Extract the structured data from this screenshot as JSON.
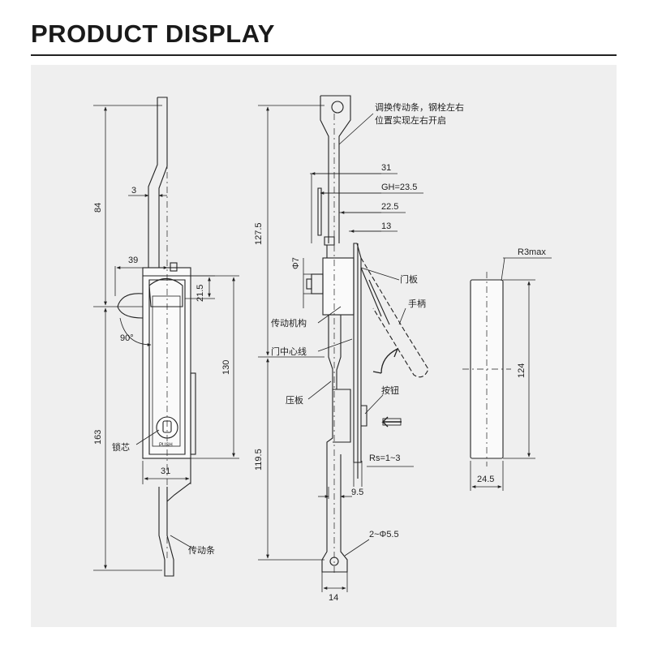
{
  "header": {
    "title": "PRODUCT DISPLAY"
  },
  "left_view": {
    "dims": {
      "d84": "84",
      "d3": "3",
      "d39": "39",
      "d21_5": "21.5",
      "d90": "90°",
      "d130": "130",
      "d163": "163",
      "d31": "31"
    },
    "labels": {
      "lock_core": "锁芯",
      "push": "PUSH",
      "drive_bar": "传动条"
    }
  },
  "side_view": {
    "dims": {
      "d127_5": "127.5",
      "d119_5": "119.5",
      "d31": "31",
      "gh": "GH=23.5",
      "d22_5": "22.5",
      "d13": "13",
      "phi7": "Φ7",
      "rs": "Rs=1~3",
      "d9_5": "9.5",
      "holes": "2~Φ5.5",
      "d14": "14"
    },
    "labels": {
      "note_line1": "调换传动条，钢栓左右",
      "note_line2": "位置实现左右开启",
      "door_panel": "门板",
      "handle": "手柄",
      "mechanism": "传动机构",
      "door_centerline": "门中心线",
      "press_plate": "压板",
      "button": "按钮"
    }
  },
  "right_view": {
    "dims": {
      "r3": "R3max",
      "d124": "124",
      "d24_5": "24.5"
    }
  }
}
